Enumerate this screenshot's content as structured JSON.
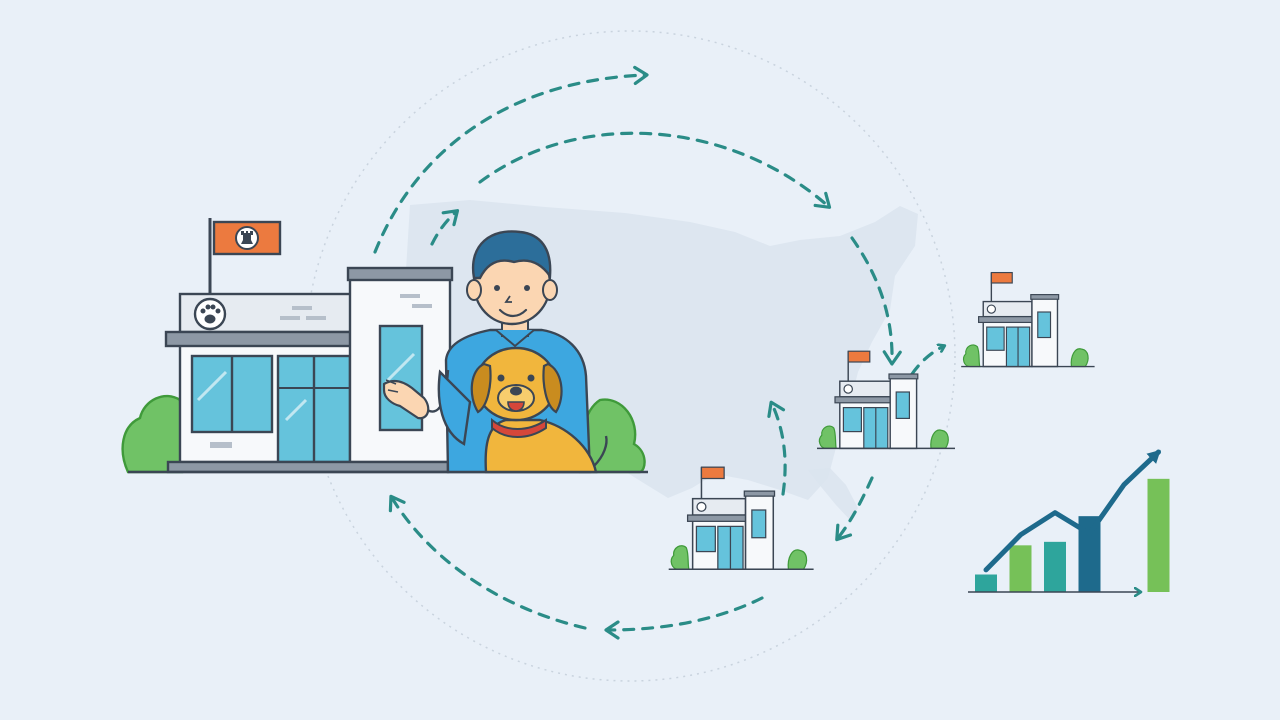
{
  "colors": {
    "background": "#e9f0f8",
    "map_fill": "#dbe4ee",
    "guide_circle": "#c9d3de",
    "arrow": "#2a8c87",
    "line_dark": "#3b4654",
    "window": "#65c3dc",
    "wall": "#f7f9fb",
    "trim": "#8d98a5",
    "roof_band": "#e6ebf1",
    "bush": "#70c266",
    "bush_dark": "#3f9a3a",
    "flag": "#ec7a3f",
    "shirt": "#3da7e0",
    "hair": "#2c6e9a",
    "skin": "#fbd6b2",
    "dog": "#f1b63d",
    "dog_dark": "#c98c1f",
    "collar": "#d6473a",
    "chart_teal": "#2ea59c",
    "chart_green": "#76c158",
    "chart_navy": "#1e6a8c"
  },
  "icons": {
    "flag_emblem": "chess-rook-icon",
    "store_sign": "paw-print-icon",
    "satellite_store_emblem": "paw-print-icon"
  },
  "satellite_stores": [
    {
      "name": "store-north-east",
      "cx": 1025,
      "base": 370,
      "scale": 0.58
    },
    {
      "name": "store-east",
      "cx": 883,
      "base": 452,
      "scale": 0.6
    },
    {
      "name": "store-south",
      "cx": 738,
      "base": 573,
      "scale": 0.63
    }
  ],
  "chart_data": {
    "type": "bar",
    "title": "",
    "xlabel": "",
    "ylabel": "",
    "categories": [
      "",
      "",
      "",
      "",
      "",
      ""
    ],
    "values": [
      1.5,
      4.0,
      4.3,
      6.5,
      0,
      9.7
    ],
    "bar_colors": [
      "#2ea59c",
      "#76c158",
      "#2ea59c",
      "#1e6a8c",
      "#76c158",
      "#76c158"
    ],
    "trend_line": [
      1.9,
      4.9,
      6.8,
      5.0,
      9.2,
      12.0
    ],
    "ylim": [
      0,
      12
    ],
    "grid": false,
    "legend": "none"
  }
}
